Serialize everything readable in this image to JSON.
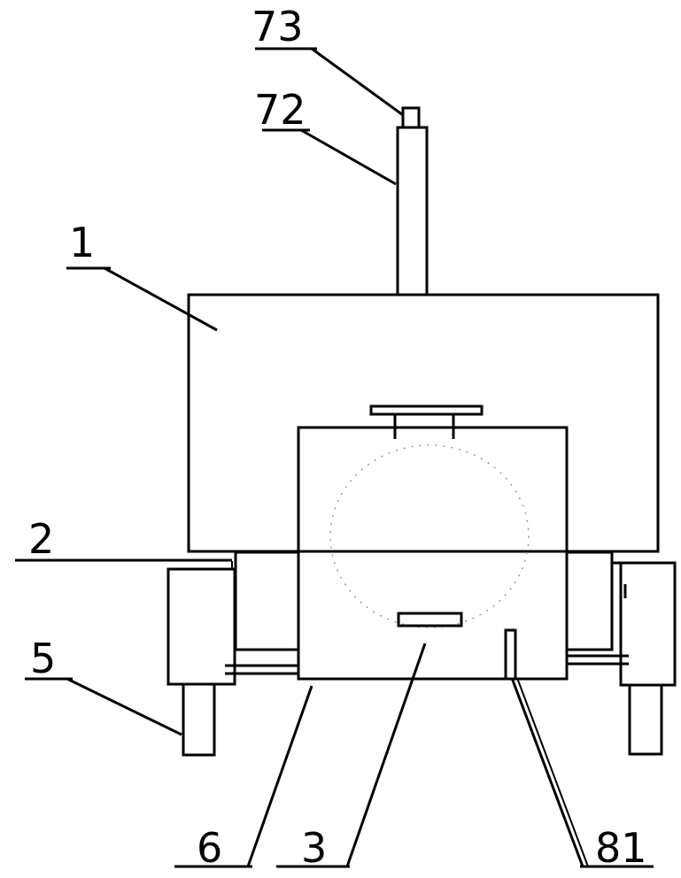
{
  "labels": {
    "l73": "73",
    "l72": "72",
    "l1": "1",
    "l2": "2",
    "l5": "5",
    "l6": "6",
    "l3": "3",
    "l81": "81"
  },
  "colors": {
    "ink": "#000000",
    "background": "#ffffff"
  }
}
